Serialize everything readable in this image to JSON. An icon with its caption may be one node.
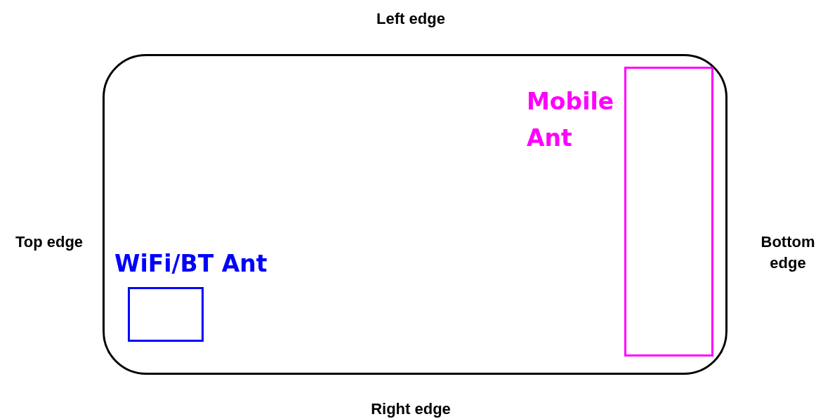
{
  "diagram": {
    "nodes": [
      {
        "text": [],
        "shape": "box"
      },
      {
        "text": [
          "Mobile Ant"
        ],
        "in": 0
      },
      {
        "text": [
          "WiFi/BT Ant"
        ],
        "in": 0
      }
    ],
    "edges": [],
    "labels": [
      "Left edge",
      "Top edge",
      "Bottom edge",
      "Right edge"
    ]
  }
}
